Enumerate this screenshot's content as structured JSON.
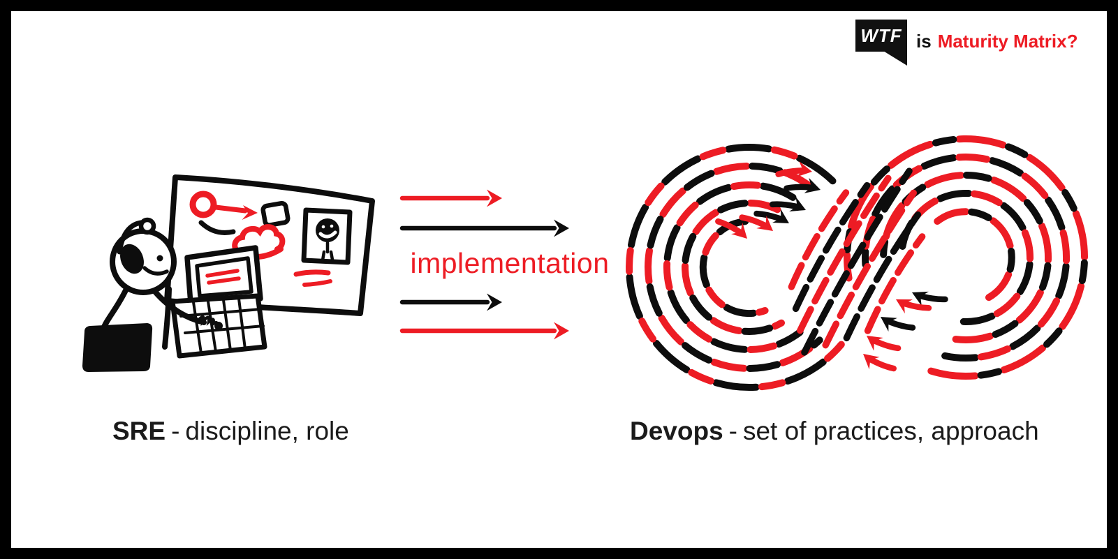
{
  "colors": {
    "accent_red": "#ed1c24",
    "ink_black": "#0d0d0d",
    "text_dark": "#1b1b1b",
    "logo_bg": "#111111",
    "logo_text": "#ffffff"
  },
  "header": {
    "logo": "WTF",
    "prefix": "is",
    "title": "Maturity Matrix?"
  },
  "flow": {
    "label": "implementation",
    "arrows": [
      {
        "color": "red",
        "length": "short"
      },
      {
        "color": "black",
        "length": "long"
      },
      {
        "color": "black",
        "length": "short"
      },
      {
        "color": "red",
        "length": "long"
      }
    ]
  },
  "captions": {
    "left": {
      "term": "SRE",
      "separator": "-",
      "description": "discipline, role"
    },
    "right": {
      "term": "Devops",
      "separator": "-",
      "description": "set of practices, approach"
    }
  },
  "figures": {
    "sre_illustration": {
      "name": "sre-engineer-sketch",
      "elements": [
        "person-with-headset",
        "stool",
        "laptop",
        "whiteboard",
        "red-node-arrow",
        "sticky-note",
        "cloud-sketch",
        "teammate-video-card",
        "red-underlines",
        "hand-scribble"
      ]
    },
    "devops_loop": {
      "name": "devops-infinity-loop",
      "type": "infinity-loop",
      "style": "dashed",
      "strands_per_loop": 5,
      "colors": [
        "red",
        "black"
      ],
      "band_colors": [
        "red",
        "black",
        "red",
        "black",
        "red",
        "black",
        "red"
      ],
      "left_arrow_colors": [
        "red",
        "black",
        "black",
        "black",
        "red",
        "red"
      ],
      "right_arrow_colors": [
        "black",
        "red",
        "black",
        "red",
        "red"
      ]
    }
  }
}
